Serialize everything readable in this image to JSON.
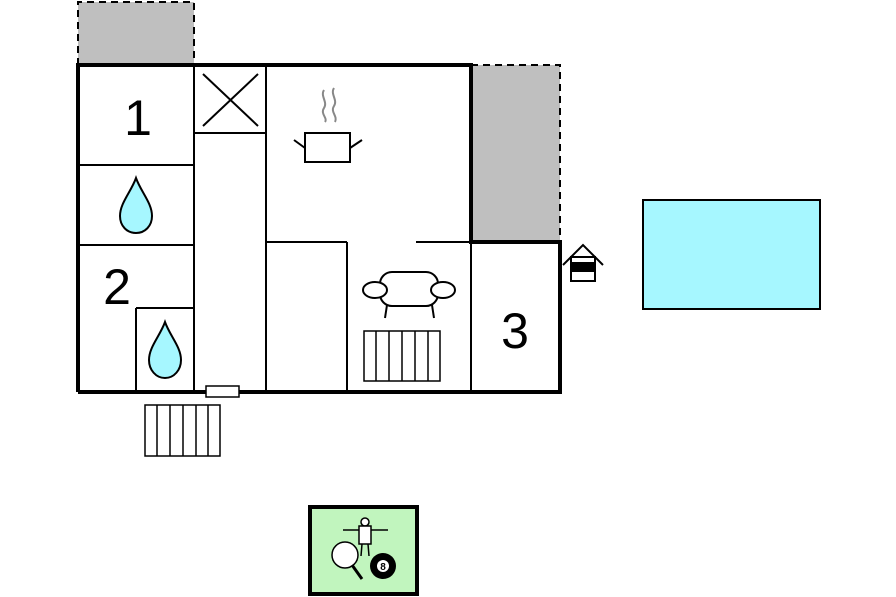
{
  "floorplan": {
    "rooms": [
      {
        "id": "bedroom-1",
        "label": "1"
      },
      {
        "id": "bedroom-2",
        "label": "2"
      },
      {
        "id": "bedroom-3",
        "label": "3"
      }
    ],
    "icons": [
      "water-drop-icon",
      "water-drop-icon",
      "kitchen-pot-icon",
      "sofa-icon",
      "house-icon",
      "ping-pong-icon",
      "billiard-ball-icon",
      "foosball-icon"
    ],
    "billiard_ball_number": "8",
    "colors": {
      "walls": "#000000",
      "terrace": "#bfbfbf",
      "pool": "#a6f7ff",
      "games_room": "#c1f5be",
      "water": "#a6f7ff"
    }
  }
}
